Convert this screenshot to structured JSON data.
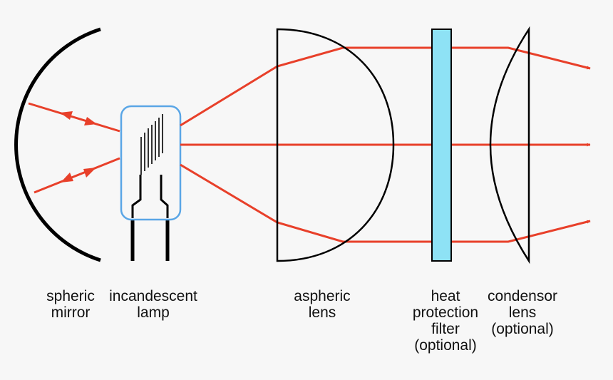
{
  "labels": {
    "spheric_mirror": [
      "spheric",
      "mirror"
    ],
    "incandescent_lamp": [
      "incandescent",
      "lamp"
    ],
    "aspheric_lens": [
      "aspheric",
      "lens"
    ],
    "heat_protection_filter": [
      "heat",
      "protection",
      "filter",
      "(optional)"
    ],
    "condensor_lens": [
      "condensor",
      "lens",
      "(optional)"
    ]
  },
  "colors": {
    "background": "#f7f7f7",
    "ray": "#e8402a",
    "outline": "#000000",
    "lamp_envelope": "#5aa6e6",
    "filter_fill": "#8ee2f5",
    "text": "#111111"
  },
  "icons": {
    "arrowhead": "ray-arrowhead-icon"
  }
}
